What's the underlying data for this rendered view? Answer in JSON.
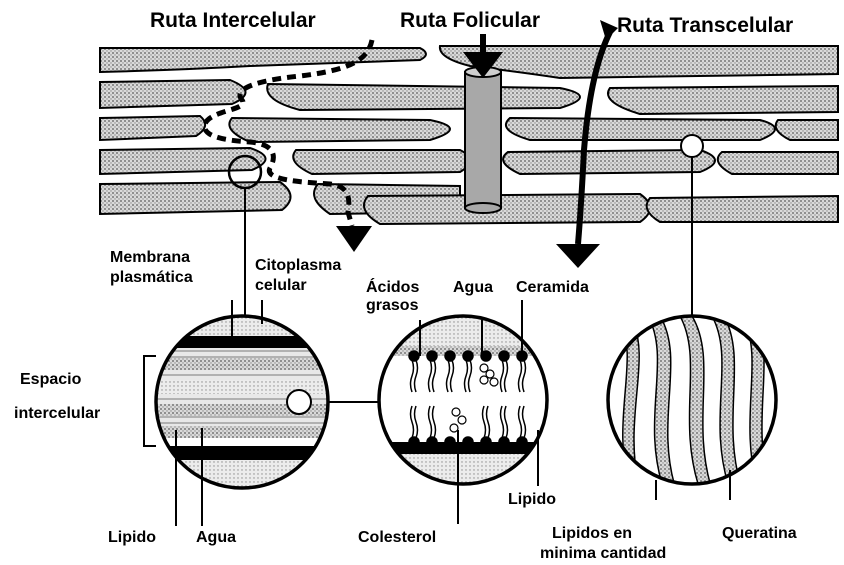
{
  "routes": {
    "intercellular": "Ruta Intercelular",
    "follicular": "Ruta Folicular",
    "transcellular": "Ruta Transcelular"
  },
  "labels": {
    "membrana_line1": "Membrana",
    "membrana_line2": "plasmática",
    "citoplasma_line1": "Citoplasma",
    "citoplasma_line2": "celular",
    "acidos_line1": "Ácidos",
    "acidos_line2": "grasos",
    "agua_top": "Agua",
    "ceramida": "Ceramida",
    "espacio_line1": "Espacio",
    "espacio_line2": "intercelular",
    "lipido_left": "Lipido",
    "agua_bottom": "Agua",
    "colesterol": "Colesterol",
    "lipido_mid": "Lipido",
    "lipidos_line1": "Lipidos en",
    "lipidos_line2": "minima cantidad",
    "queratina": "Queratina"
  },
  "colors": {
    "ink": "#000000",
    "cell_fill": "#bdbdbd",
    "follicle_fill": "#9a9a9a",
    "paper": "#ffffff"
  }
}
